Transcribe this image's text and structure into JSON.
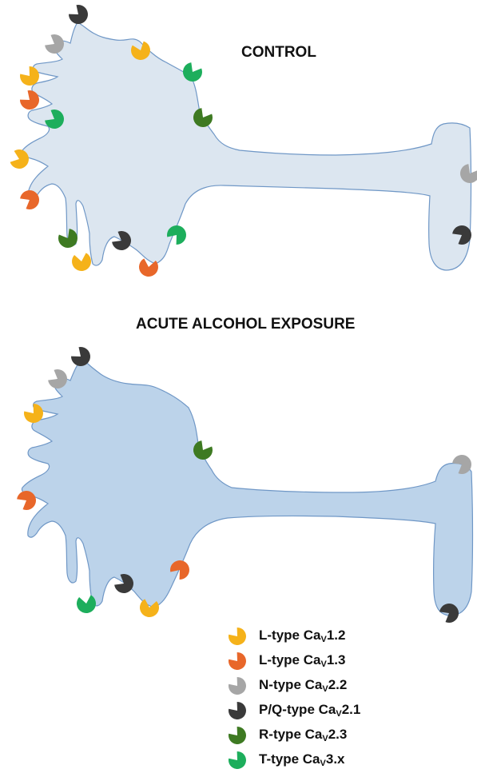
{
  "panels": {
    "control": {
      "title": "CONTROL"
    },
    "alcohol": {
      "title": "ACUTE ALCOHOL EXPOSURE"
    }
  },
  "legend": [
    {
      "prefix": "L-type Ca",
      "sub": "V",
      "suffix": "1.2",
      "channel": "L-type Cav1.2",
      "color": "#F5B21A"
    },
    {
      "prefix": "L-type Ca",
      "sub": "V",
      "suffix": "1.3",
      "channel": "L-type Cav1.3",
      "color": "#E8672A"
    },
    {
      "prefix": "N-type Ca",
      "sub": "V",
      "suffix": "2.2",
      "channel": "N-type Cav2.2",
      "color": "#A6A6A6"
    },
    {
      "prefix": "P/Q-type Ca",
      "sub": "V",
      "suffix": "2.1",
      "channel": "P/Q-type Cav2.1",
      "color": "#3A3A3A"
    },
    {
      "prefix": "R-type Ca",
      "sub": "V",
      "suffix": "2.3",
      "channel": "R-type Cav2.3",
      "color": "#3E7A22"
    },
    {
      "prefix": "T-type Ca",
      "sub": "V",
      "suffix": "3.x",
      "channel": "T-type Cav3.x",
      "color": "#1DAE5C"
    }
  ],
  "style": {
    "control_fill": "#DCE6F0",
    "alcohol_fill": "#BCD3EA",
    "outline": "#6F97C6"
  },
  "channels_on_neuron": {
    "control": [
      "P/Q-type Cav2.1",
      "N-type Cav2.2",
      "L-type Cav1.2",
      "T-type Cav3.x",
      "L-type Cav1.2",
      "L-type Cav1.3",
      "T-type Cav3.x",
      "R-type Cav2.3",
      "L-type Cav1.2",
      "L-type Cav1.3",
      "R-type Cav2.3",
      "T-type Cav3.x",
      "P/Q-type Cav2.1",
      "L-type Cav1.2",
      "L-type Cav1.3",
      "N-type Cav2.2",
      "P/Q-type Cav2.1"
    ],
    "alcohol": [
      "P/Q-type Cav2.1",
      "N-type Cav2.2",
      "L-type Cav1.2",
      "R-type Cav2.3",
      "L-type Cav1.3",
      "P/Q-type Cav2.1",
      "L-type Cav1.3",
      "T-type Cav3.x",
      "L-type Cav1.2",
      "N-type Cav2.2",
      "P/Q-type Cav2.1"
    ]
  }
}
